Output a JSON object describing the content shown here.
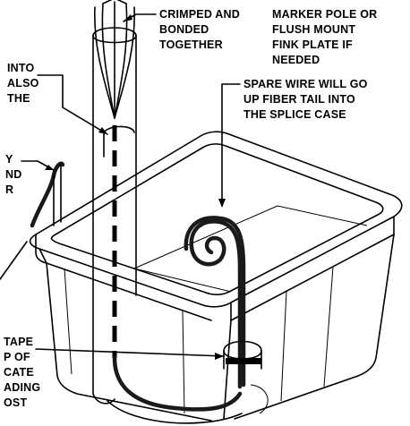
{
  "labels": {
    "crimped": [
      "CRIMPED AND",
      "BONDED",
      "TOGETHER"
    ],
    "marker": [
      "MARKER POLE OR",
      "FLUSH MOUNT",
      "FINK PLATE IF",
      "NEEDED"
    ],
    "spare": [
      "SPARE WIRE WILL GO",
      "UP FIBER TAIL INTO",
      "THE SPLICE CASE"
    ],
    "left_cut_1": [
      "INTO",
      "ALSO",
      "THE"
    ],
    "left_cut_2": [
      "Y",
      "ND",
      "R"
    ],
    "left_cut_3": [
      "TAPE",
      "P OF",
      "CATE",
      "ADING",
      "OST"
    ]
  },
  "colors": {
    "ink": "#000000",
    "paper": "#ffffff"
  }
}
